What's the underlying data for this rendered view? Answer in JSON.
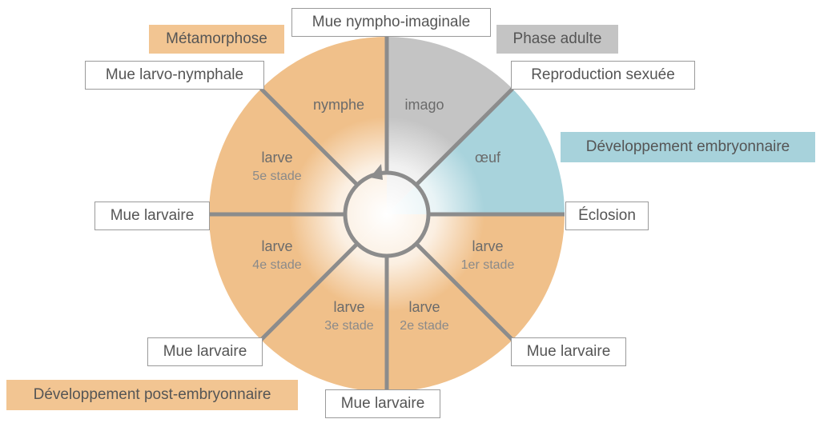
{
  "phases": {
    "metamorphose": "Métamorphose",
    "adulte": "Phase adulte",
    "embryonnaire": "Développement embryonnaire",
    "post_embryonnaire": "Développement post-embryonnaire"
  },
  "events": {
    "mue_nympho_imaginale": "Mue nympho-imaginale",
    "mue_larvo_nymphale": "Mue larvo-nymphale",
    "reproduction": "Reproduction sexuée",
    "eclosion": "Éclosion",
    "mue_larvaire_gauche": "Mue larvaire",
    "mue_larvaire_bas_gauche": "Mue larvaire",
    "mue_larvaire_bas": "Mue larvaire",
    "mue_larvaire_bas_droite": "Mue larvaire"
  },
  "segments": {
    "imago": {
      "name": "imago"
    },
    "oeuf": {
      "name": "œuf"
    },
    "larve1": {
      "name": "larve",
      "stage": "1er stade"
    },
    "larve2": {
      "name": "larve",
      "stage": "2e stade"
    },
    "larve3": {
      "name": "larve",
      "stage": "3e stade"
    },
    "larve4": {
      "name": "larve",
      "stage": "4e stade"
    },
    "larve5": {
      "name": "larve",
      "stage": "5e stade"
    },
    "nymphe": {
      "name": "nymphe"
    }
  },
  "colors": {
    "larval": "#f0c08a",
    "adult": "#c4c4c4",
    "egg": "#a8d3dc",
    "divider": "#8c8c8c"
  }
}
